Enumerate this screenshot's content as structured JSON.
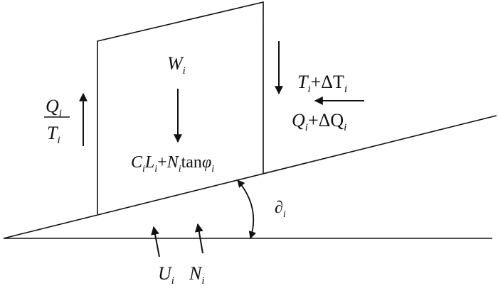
{
  "labels": {
    "weight": {
      "main": "W",
      "sub": "i"
    },
    "left_top": {
      "main": "Q",
      "sub": "i"
    },
    "left_bottom": {
      "main": "T",
      "sub": "i"
    },
    "right_top": {
      "main1": "T",
      "sub1": "i",
      "op": "+ΔT",
      "sub2": "i"
    },
    "right_bottom": {
      "main1": "Q",
      "sub1": "i",
      "op": "+ΔQ",
      "sub2": "i"
    },
    "base": {
      "c": "C",
      "cs": "i",
      "l": "L",
      "ls": "i",
      "plus": "+",
      "n": "N",
      "ns": "i",
      "tan": "tan",
      "phi": "φ",
      "phis": "i"
    },
    "angle": {
      "main": "∂",
      "sub": "i"
    },
    "bottom_left": {
      "main": "U",
      "sub": "i"
    },
    "bottom_right": {
      "main": "N",
      "sub": "i"
    }
  },
  "colors": {
    "stroke": "#111111",
    "angle_label": "#555555"
  }
}
